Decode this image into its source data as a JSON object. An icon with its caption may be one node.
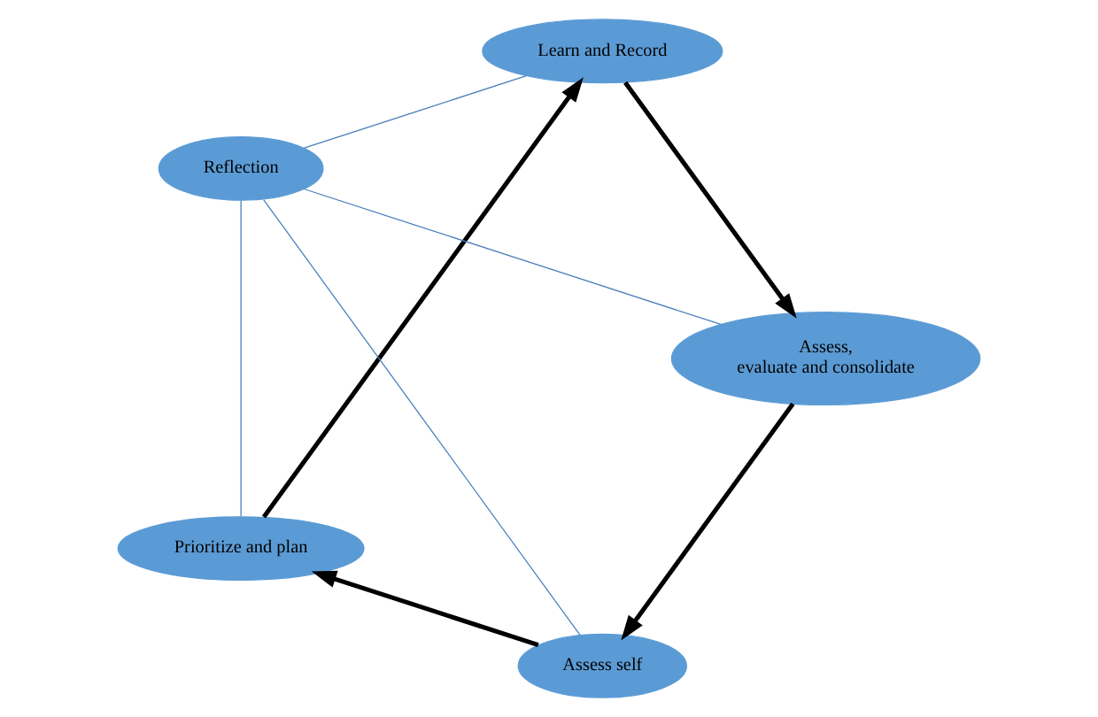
{
  "diagram": {
    "nodes": [
      {
        "text": [
          "Assess self"
        ]
      },
      {
        "text": [
          "Prioritize and plan"
        ]
      },
      {
        "text": [
          "Learn and Record"
        ]
      },
      {
        "text": [
          "Assess,",
          "evaluate and consolidate"
        ]
      },
      {
        "text": [
          "Reflection"
        ]
      }
    ],
    "edges": [
      {
        "from": 0,
        "to": 1,
        "arrow": "to",
        "style": "thick"
      },
      {
        "from": 1,
        "to": 2,
        "arrow": "to",
        "style": "thick"
      },
      {
        "from": 2,
        "to": 3,
        "arrow": "to",
        "style": "thick"
      },
      {
        "from": 3,
        "to": 0,
        "arrow": "to",
        "style": "thick"
      },
      {
        "from": 4,
        "to": 0,
        "arrow": "none",
        "color": "#4a7ebb"
      },
      {
        "from": 4,
        "to": 1,
        "arrow": "none",
        "color": "#4a7ebb"
      },
      {
        "from": 4,
        "to": 2,
        "arrow": "none",
        "color": "#4a7ebb"
      },
      {
        "from": 4,
        "to": 3,
        "arrow": "none",
        "color": "#4a7ebb"
      }
    ]
  }
}
